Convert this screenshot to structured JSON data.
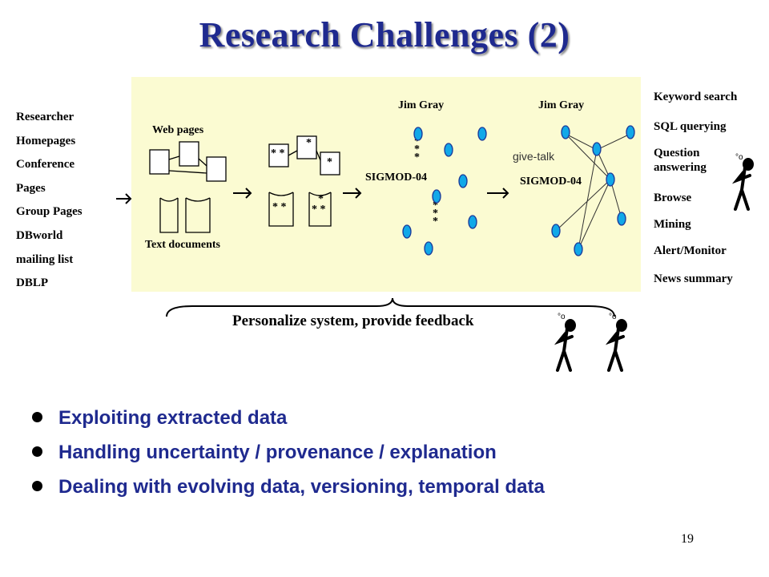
{
  "title": "Research Challenges (2)",
  "sources": [
    "Researcher",
    "Homepages",
    "Conference",
    "Pages",
    "Group Pages",
    "DBworld",
    "mailing list",
    "DBLP"
  ],
  "diagram": {
    "web_pages_label": "Web pages",
    "text_documents_label": "Text documents",
    "entity_label_1": "Jim Gray",
    "entity_label_2": "Jim Gray",
    "conf_label_1": "SIGMOD-04",
    "conf_label_2": "SIGMOD-04",
    "relation_label": "give-talk"
  },
  "outputs": [
    "Keyword search",
    "SQL querying",
    "Question answering",
    "Browse",
    "Mining",
    "Alert/Monitor",
    "News summary"
  ],
  "feedback_label": "Personalize system, provide feedback",
  "bullets": [
    "Exploiting extracted data",
    "Handling uncertainty / provenance / explanation",
    "Dealing with evolving data, versioning, temporal data"
  ],
  "page_number": "19",
  "colors": {
    "title": "#1f2a8f",
    "panel": "#fbfbd2",
    "node_fill": "#11a8e8",
    "node_stroke": "#1a3a9a"
  }
}
